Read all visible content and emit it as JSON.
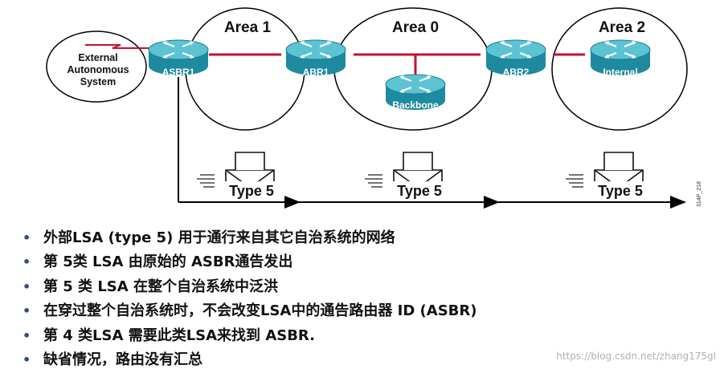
{
  "colors": {
    "router_body": "#1e8aa0",
    "router_top": "#5cc3d3",
    "link": "#c8102e",
    "lsa_path": "#000000",
    "bullet": "#2d4f8a"
  },
  "areas": [
    {
      "id": "area1",
      "label": "Area 1"
    },
    {
      "id": "area0",
      "label": "Area 0"
    },
    {
      "id": "area2",
      "label": "Area 2"
    }
  ],
  "external_as": {
    "lines": [
      "External",
      "Autonomous",
      "System"
    ]
  },
  "routers": [
    {
      "id": "asbr1",
      "label": "ASBR1",
      "icon": "router-icon"
    },
    {
      "id": "abr1",
      "label": "ABR1",
      "icon": "router-icon"
    },
    {
      "id": "backbone",
      "label": "Backbone",
      "icon": "router-icon"
    },
    {
      "id": "abr2",
      "label": "ABR2",
      "icon": "router-icon"
    },
    {
      "id": "internal",
      "label": "Internal",
      "icon": "router-icon"
    }
  ],
  "lsa_envelopes": [
    {
      "label": "Type 5",
      "icon": "envelope-icon"
    },
    {
      "label": "Type 5",
      "icon": "envelope-icon"
    },
    {
      "label": "Type 5",
      "icon": "envelope-icon"
    }
  ],
  "figure_id": "314P_218",
  "bullets": [
    "外部LSA  (type 5) 用于通行来自其它自治系统的网络",
    "第 5类  LSA  由原始的 ASBR通告发出",
    "第 5 类 LSA 在整个自治系统中泛洪",
    "在穿过整个自治系统时，不会改变LSA中的通告路由器 ID (ASBR)",
    "第 4  类LSA 需要此类LSA来找到 ASBR.",
    "缺省情况，路由没有汇总"
  ],
  "watermark": "https://blog.csdn.net/zhang175gl"
}
